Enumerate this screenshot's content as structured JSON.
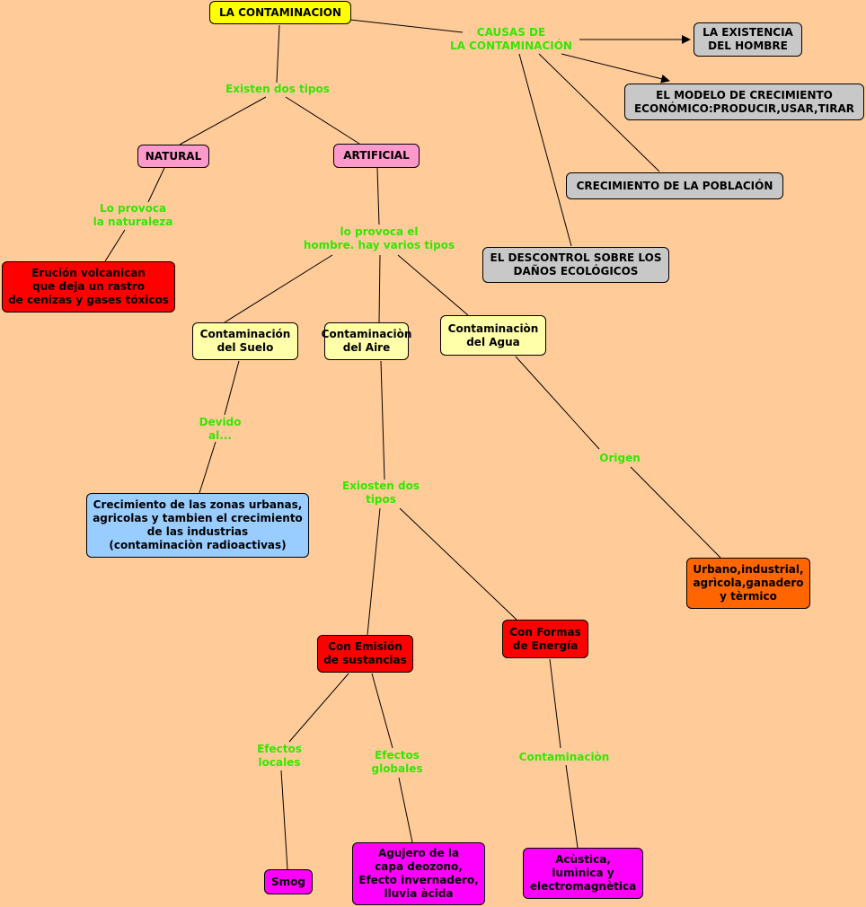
{
  "nodes": {
    "root": "LA CONTAMINACION",
    "existencia": "LA EXISTENCIA\nDEL HOMBRE",
    "modelo": "EL MODELO DE CRECIMIENTO\nECONÓMICO:PRODUCIR,USAR,TIRAR",
    "poblacion": "CRECIMIENTO DE LA POBLACIÓN",
    "descontrol": "EL DESCONTROL SOBRE LOS\nDAÑOS ECOLÓGICOS",
    "natural": "NATURAL",
    "artificial": "ARTIFICIAL",
    "erucion": "Erución volcanican\nque deja un rastro\nde cenizas y gases tóxicos",
    "suelo": "Contaminación\ndel Suelo",
    "aire": "Contaminaciòn\ndel Aire",
    "agua": "Contaminaciòn\ndel Agua",
    "urbanas": "Crecimiento de las zonas urbanas,\nagricolas y tambien el crecimiento\nde las industrias\n(contaminaciòn radioactivas)",
    "urbano": "Urbano,industrial,\nagrìcola,ganadero\ny tèrmico",
    "emision": "Con Emisión\nde sustancias",
    "formas": "Con Formas\nde Energía",
    "smog": "Smog",
    "agujero": "Agujero de la\ncapa deozono,\nEfecto invernadero,\nlluvia àcida",
    "acustica": "Acùstica,\nlumìnica y\nelectromagnètica"
  },
  "labels": {
    "causas": "CAUSAS DE\nLA CONTAMINACIÓN",
    "existen": "Existen dos tipos",
    "provoca_nat": "Lo provoca\nla naturaleza",
    "provoca_hom": "lo provoca el\nhombre. hay varios tipos",
    "devido": "Devido\nal...",
    "origen": "Origen",
    "exiosten": "Exiosten dos\ntipos",
    "efectos_loc": "Efectos\nlocales",
    "efectos_glob": "Efectos\nglobales",
    "contaminacion": "Contaminaciòn"
  },
  "colors": {
    "background": "#FFCC99",
    "link_label": "#33E600",
    "root": "#FFFF00",
    "cause": "#C8C8C8",
    "type": "#FF99CC",
    "subtype": "#FFFFAA",
    "natural_example": "#FF0000",
    "soil_reason": "#99CCFF",
    "water_origin": "#FF6600",
    "effect": "#FF00FF"
  }
}
